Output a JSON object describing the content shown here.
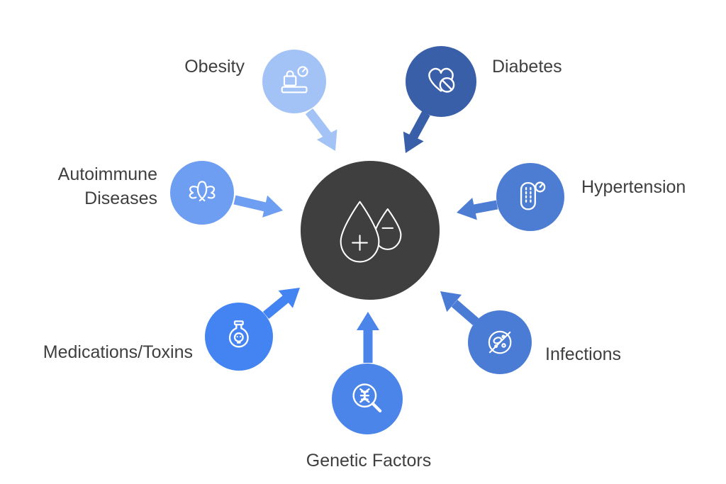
{
  "diagram": {
    "background": "#FFFFFF",
    "text_color": "#3F3F3F",
    "center": {
      "id": "center",
      "icon": "blood-drops-plus-minus-icon",
      "color": "#3F3F3F"
    },
    "nodes": [
      {
        "id": "obesity",
        "label": "Obesity",
        "color": "#A3C3F7",
        "icon": "weight-scale-icon"
      },
      {
        "id": "diabetes",
        "label": "Diabetes",
        "color": "#3A5FA9",
        "icon": "heart-pill-icon"
      },
      {
        "id": "hypertension",
        "label": "Hypertension",
        "color": "#4C7DD2",
        "icon": "blood-pressure-monitor-icon"
      },
      {
        "id": "infections",
        "label": "Infections",
        "color": "#4A7BD5",
        "icon": "microbe-crossed-icon"
      },
      {
        "id": "genetic-factors",
        "label": "Genetic Factors",
        "color": "#4C85EA",
        "icon": "dna-magnifier-icon"
      },
      {
        "id": "medications-toxins",
        "label": "Medications/Toxins",
        "color": "#4384F2",
        "icon": "poison-bottle-icon"
      },
      {
        "id": "autoimmune-diseases",
        "label": "Autoimmune Diseases",
        "color": "#6D9EF2",
        "icon": "ribbon-butterfly-icon"
      }
    ]
  }
}
